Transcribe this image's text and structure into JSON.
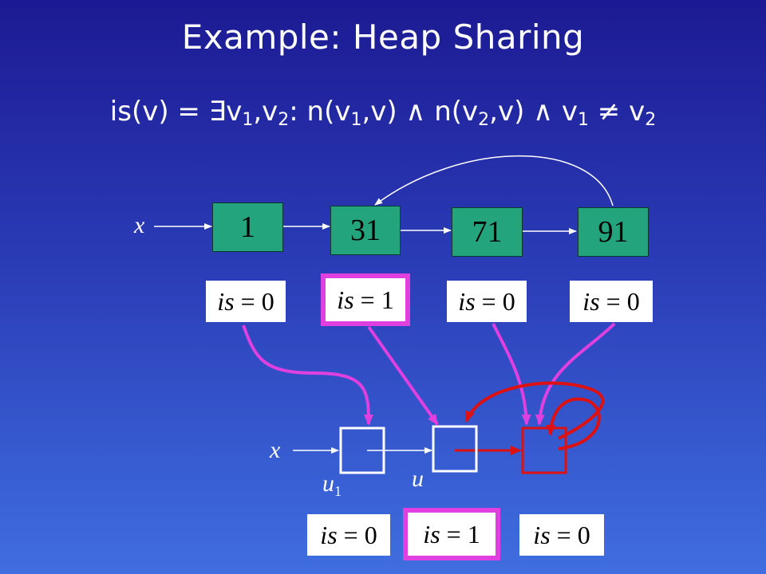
{
  "title": "Example: Heap Sharing",
  "formula": {
    "lhs": "is(v) = ",
    "exists": "∃",
    "v": "v",
    "sub1": "1",
    "sub2": "2",
    "colon": ": ",
    "n_open": "n(",
    "comma_v_close": ",v)",
    "and": " ∧ ",
    "neq": " ≠ "
  },
  "concrete": {
    "var_x": "x",
    "nodes": [
      "1",
      "31",
      "71",
      "91"
    ],
    "labels": [
      "is = 0",
      "is = 1",
      "is = 0",
      "is = 0"
    ]
  },
  "abstract": {
    "var_x": "x",
    "u1_base": "u",
    "u1_sub": "1",
    "u": "u",
    "labels": [
      "is = 0",
      "is = 1",
      "is = 0"
    ]
  },
  "colors": {
    "node_fill": "#24a47c",
    "highlight": "#e040e0",
    "summary": "#dd1111",
    "edge": "#ffffff"
  }
}
